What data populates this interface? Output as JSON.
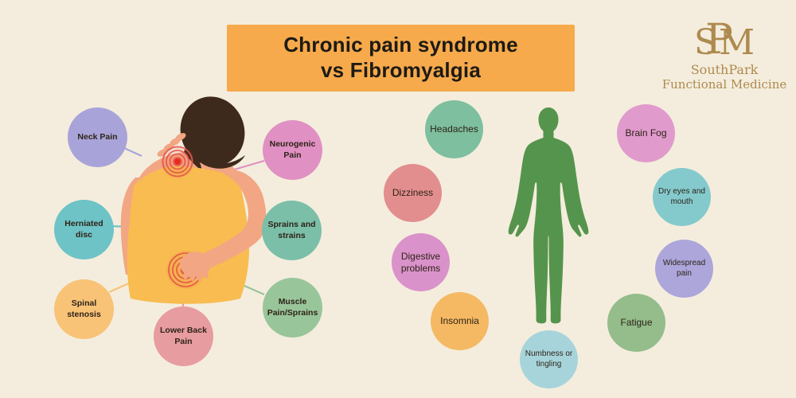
{
  "title": {
    "line1": "Chronic pain syndrome",
    "line2": "vs Fibromyalgia"
  },
  "logo": {
    "monogram_s": "S",
    "monogram_p": "P",
    "monogram_m": "M",
    "name_line1": "SouthPark",
    "name_line2": "Functional Medicine"
  },
  "left_diagram": {
    "figure": "woman-with-neck-and-back-pain",
    "bubbles": [
      {
        "label": "Neck Pain",
        "color": "#A8A4D9"
      },
      {
        "label": "Neurogenic Pain",
        "color": "#E090C2"
      },
      {
        "label": "Herniated disc",
        "color": "#6EC3C6"
      },
      {
        "label": "Sprains and strains",
        "color": "#7BBFA9"
      },
      {
        "label": "Spinal stenosis",
        "color": "#F8C377"
      },
      {
        "label": "Muscle Pain/Sprains",
        "color": "#99C59A"
      },
      {
        "label": "Lower Back Pain",
        "color": "#E79CA0"
      }
    ]
  },
  "right_diagram": {
    "figure": "green-human-silhouette",
    "bubbles": [
      {
        "label": "Headaches",
        "color": "#7DBF9E"
      },
      {
        "label": "Brain Fog",
        "color": "#E09ACB"
      },
      {
        "label": "Dizziness",
        "color": "#E38E8E"
      },
      {
        "label": "Dry eyes and mouth",
        "color": "#84CACC"
      },
      {
        "label": "Digestive problems",
        "color": "#DA92CA"
      },
      {
        "label": "Widespread pain",
        "color": "#ACA6DB"
      },
      {
        "label": "Insomnia",
        "color": "#F5B963"
      },
      {
        "label": "Fatigue",
        "color": "#94BD8B"
      },
      {
        "label": "Numbness or tingling",
        "color": "#A7D4DB"
      }
    ]
  },
  "colors": {
    "background": "#F4EDDD",
    "title_box": "#F6AA4B",
    "title_text": "#1D1A15",
    "logo_gold": "#AE8A4E",
    "silhouette_green": "#55944C",
    "skin": "#F2A683",
    "hair": "#3E2A1C",
    "shirt_yellow": "#F8BC50",
    "pain_ring_red": "#E4564A",
    "pain_dot_red": "#E82A1E"
  }
}
